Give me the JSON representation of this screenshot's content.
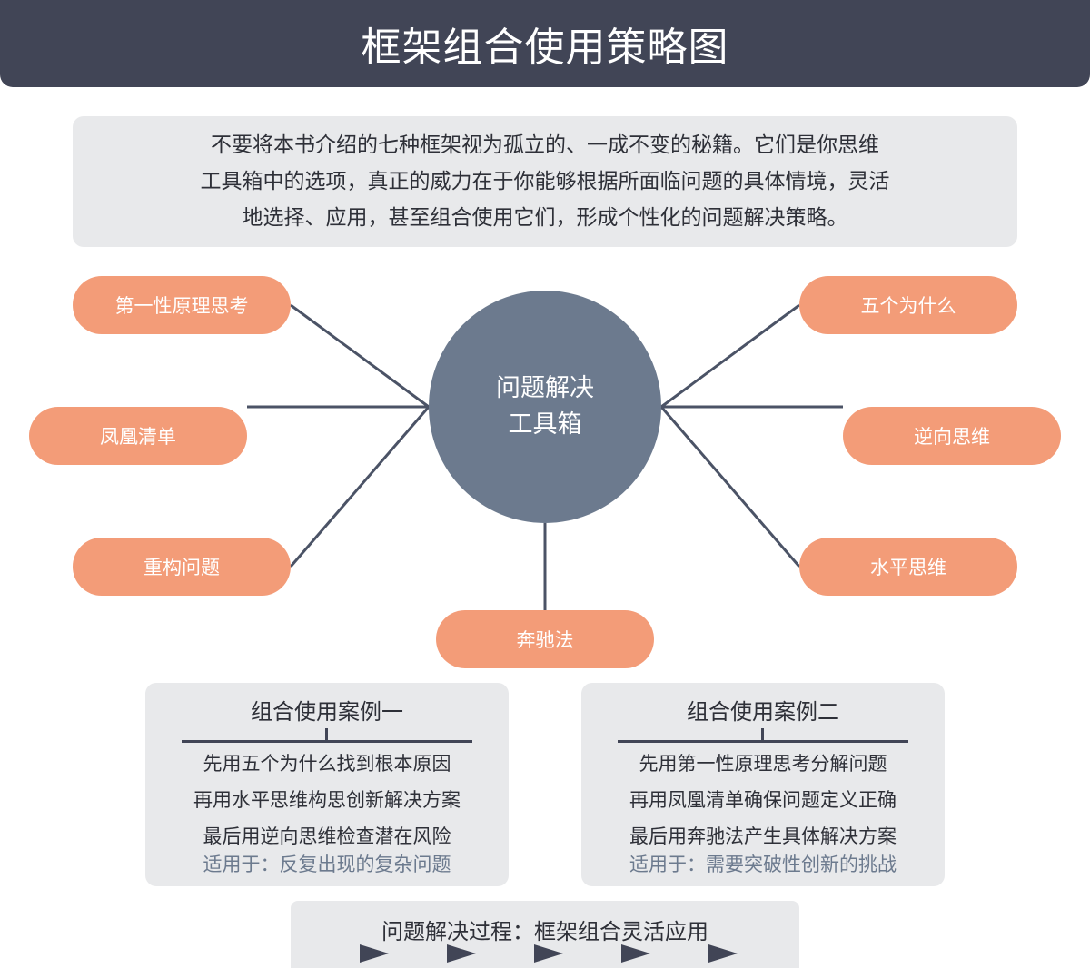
{
  "title": "框架组合使用策略图",
  "intro": {
    "lines": [
      "不要将本书介绍的七种框架视为孤立的、一成不变的秘籍。它们是你思维",
      "工具箱中的选项，真正的威力在于你能够根据所面临问题的具体情境，灵活",
      "地选择、应用，甚至组合使用它们，形成个性化的问题解决策略。"
    ]
  },
  "hub": {
    "line1": "问题解决",
    "line2": "工具箱"
  },
  "frameworks": {
    "first_principles": "第一性原理思考",
    "five_whys": "五个为什么",
    "phoenix_checklist": "凤凰清单",
    "reverse_thinking": "逆向思维",
    "reframing": "重构问题",
    "lateral_thinking": "水平思维",
    "scamper": "奔驰法"
  },
  "cases": [
    {
      "title": "组合使用案例一",
      "steps": [
        "先用五个为什么找到根本原因",
        "再用水平思维构思创新解决方案",
        "最后用逆向思维检查潜在风险"
      ],
      "applies": "适用于：反复出现的复杂问题"
    },
    {
      "title": "组合使用案例二",
      "steps": [
        "先用第一性原理思考分解问题",
        "再用凤凰清单确保问题定义正确",
        "最后用奔驰法产生具体解决方案"
      ],
      "applies": "适用于：需要突破性创新的挑战"
    }
  ],
  "process": {
    "title": "问题解决过程：框架组合灵活应用"
  },
  "colors": {
    "header": "#414556",
    "hub": "#6c7a8e",
    "pill": "#f39c78",
    "panel": "#e8e9eb",
    "connector": "#4b5366"
  }
}
